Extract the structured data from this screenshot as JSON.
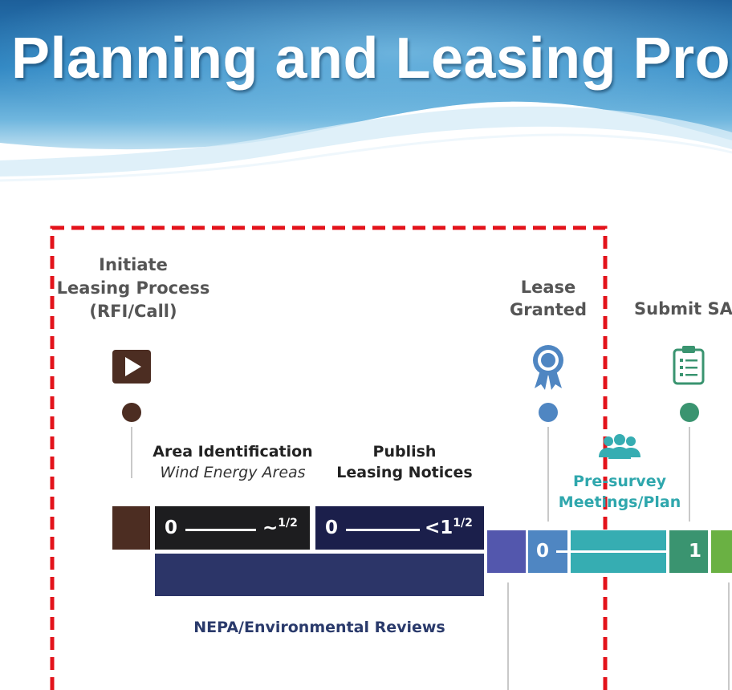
{
  "title": "Planning and Leasing Proc",
  "milestones": {
    "initiate": {
      "lines": [
        "Initiate",
        "Leasing Process",
        "(RFI/Call)"
      ],
      "icon": "play-icon"
    },
    "lease_granted": {
      "lines": [
        "Lease",
        "Granted"
      ],
      "icon": "award-ribbon-icon"
    },
    "submit_sa": {
      "lines": [
        "Submit SA"
      ],
      "icon": "clipboard-checklist-icon"
    },
    "presurvey": {
      "lines": [
        "Pre-survey",
        "Meetings/Plan"
      ],
      "icon": "people-group-icon"
    }
  },
  "phases": {
    "area_identification": {
      "title": "Area Identification",
      "subtitle": "Wind Energy Areas",
      "start": "0",
      "end": "~",
      "end_sup": "1/2"
    },
    "publish_notices": {
      "title_line1": "Publish",
      "title_line2": "Leasing Notices",
      "start": "0",
      "end": "<1",
      "end_sup": "1/2"
    },
    "site_assessment": {
      "start": "0",
      "end": "1"
    },
    "nepa": {
      "label": "NEPA/Environmental Reviews"
    }
  },
  "colors": {
    "brown": "#4c2d22",
    "black_segment": "#1d1d1f",
    "navy_segment": "#1b1f4b",
    "nepa_bar": "#2c3568",
    "blue_purple": "#5357ad",
    "steel_blue": "#4f86c2",
    "teal": "#36adb2",
    "green": "#3a9470",
    "lime": "#6ab143",
    "red_dashed": "#e3131b"
  }
}
